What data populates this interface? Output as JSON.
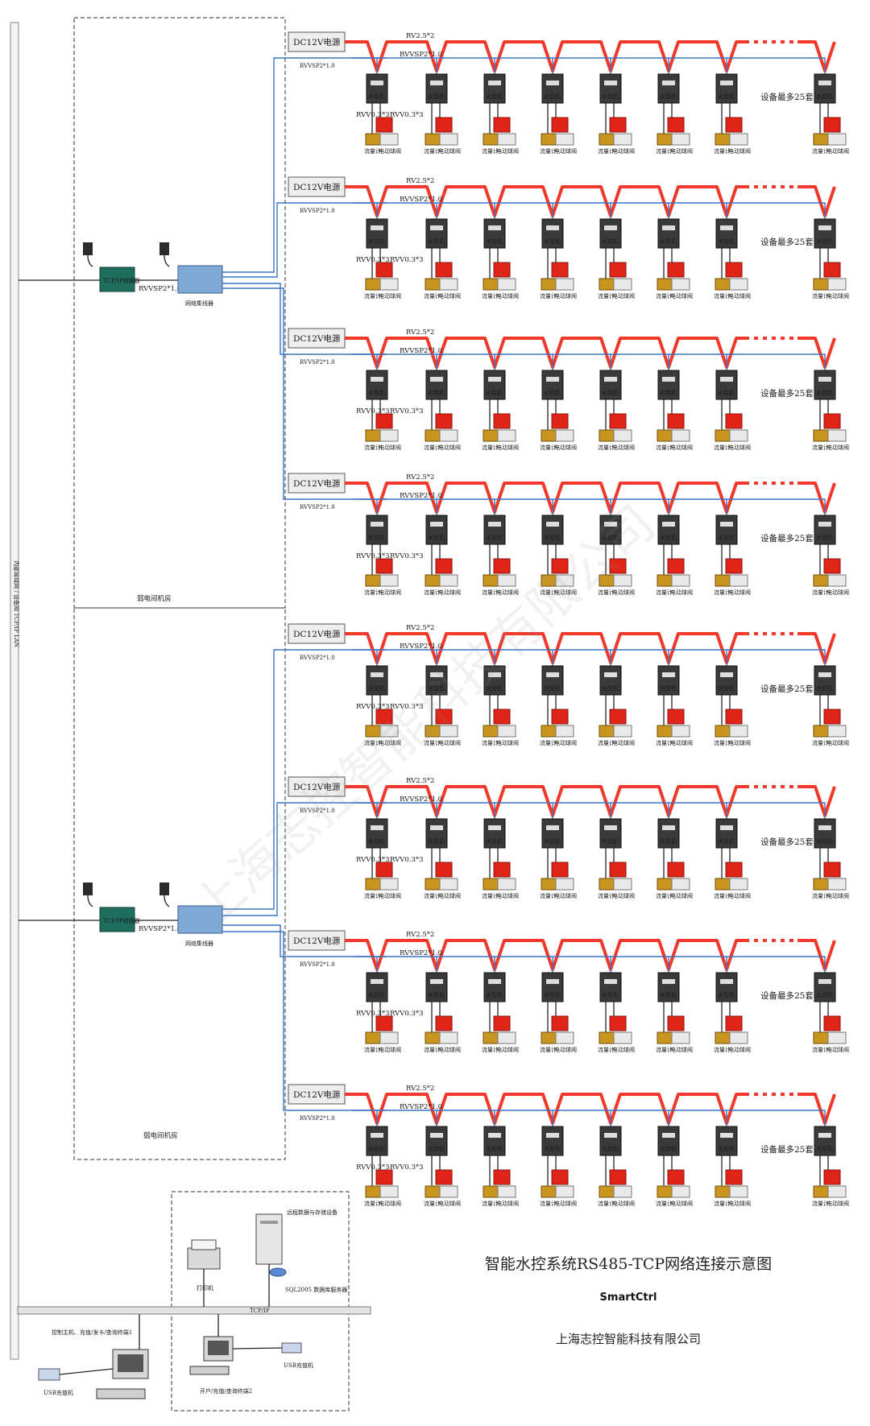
{
  "labels": {
    "psu": "DC12V电源",
    "power_cable": "RV2.5*2",
    "bus_cable": "RVVSP2*1.0",
    "signal_cable": "RVV0.3*3",
    "controller": "水控机",
    "flowmeter": "流量计",
    "valve": "电动球阀",
    "max_devices": "设备最多25套",
    "converter": "TCP/IP转换器",
    "hub": "网络集线器",
    "room": "弱电间机房",
    "backbone": "内部局域网 / 设备网 TCP/IP LAN",
    "lan_bus": "TCP/IP",
    "server_group": "远程数据与存储设备",
    "printer": "打印机",
    "server": "SQL2005 数据库服务器",
    "workstation1": "控制主机、充值/发卡/查询终端1",
    "workstation2": "开户/充值/查询终端2",
    "usb_reader1": "USB充值机",
    "usb_reader2": "USB充值机"
  },
  "title": "智能水控系统RS485-TCP网络连接示意图",
  "brand": "SmartCtrl",
  "company": "上海志控智能科技有限公司",
  "watermark": "上海志控智能科技有限公司",
  "colors": {
    "power": "#f0392b",
    "bus": "#3b73c4",
    "converter": "#1e6e5e",
    "hub": "#7fa9d6",
    "controller": "#3a3a3a",
    "valve": "#e02418",
    "meter": "#c8961e"
  }
}
